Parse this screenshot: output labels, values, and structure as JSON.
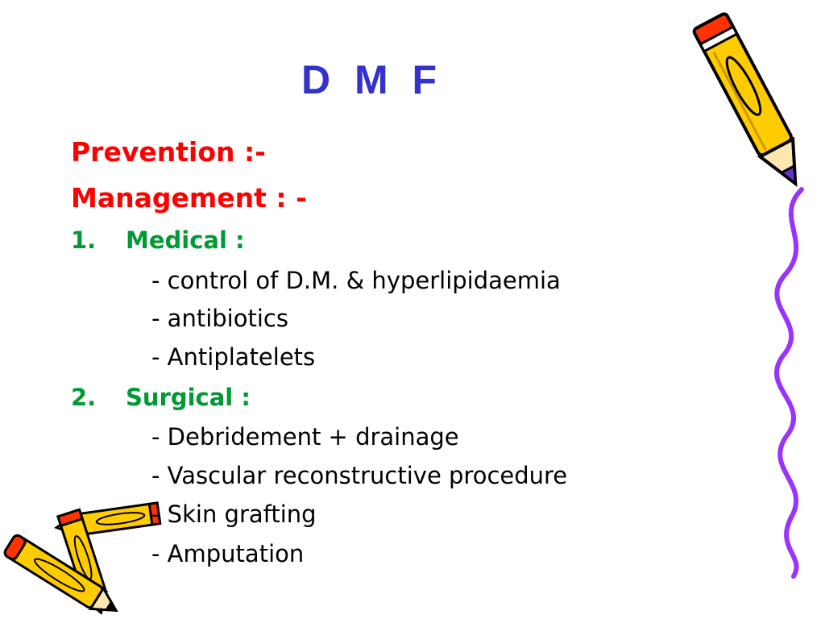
{
  "slide": {
    "title": "D M F",
    "prevention": "Prevention :-",
    "management": "Management : -",
    "sections": [
      {
        "number": "1.",
        "heading": "Medical :",
        "items": [
          "- control of D.M. & hyperlipidaemia",
          "- antibiotics",
          "- Antiplatelets"
        ]
      },
      {
        "number": "2.",
        "heading": "Surgical :",
        "items": [
          "- Debridement + drainage",
          "- Vascular reconstructive procedure",
          "- Skin grafting",
          "- Amputation"
        ]
      }
    ]
  },
  "colors": {
    "title": "#3333cc",
    "red_heading": "#ff0000",
    "green_heading": "#009933",
    "body_text": "#000000",
    "pencil_body": "#ffcc00",
    "pencil_outline": "#000000",
    "squiggle": "#9933ff"
  },
  "decorations": {
    "top_right": "pencil-clipart-icon",
    "right_edge": "squiggle-line-icon",
    "bottom_left": "pencils-clipart-icon"
  }
}
